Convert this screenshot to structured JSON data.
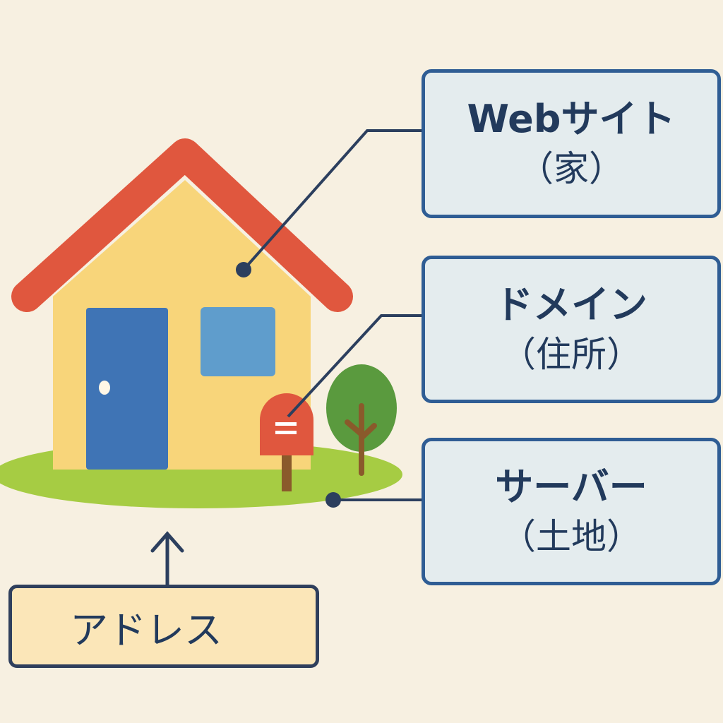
{
  "labels": [
    {
      "title": "Webサイト",
      "subtitle": "（家）"
    },
    {
      "title": "ドメイン",
      "subtitle": "（住所）"
    },
    {
      "title": "サーバー",
      "subtitle": "（土地）"
    }
  ],
  "address": {
    "label": "アドレス"
  },
  "colors": {
    "background": "#f7f0e1",
    "box_border": "#2f5d94",
    "box_fill": "#e4ecee",
    "roof": "#e0573e",
    "wall": "#f8d57a",
    "door": "#3f74b5",
    "grass": "#a6cc43"
  }
}
